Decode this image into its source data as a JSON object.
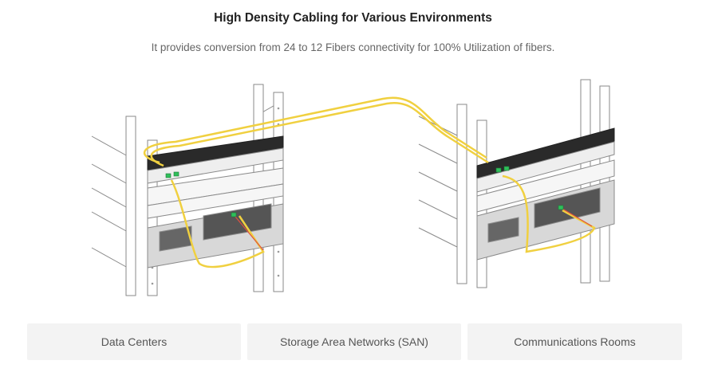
{
  "page": {
    "title": "High Density Cabling for Various Environments",
    "subtitle": "It provides conversion from 24 to 12 Fibers connectivity for 100% Utilization of fibers."
  },
  "tabs": [
    {
      "label": "Data Centers"
    },
    {
      "label": "Storage Area Networks (SAN)"
    },
    {
      "label": "Communications Rooms"
    }
  ],
  "colors": {
    "fiber_cable": "#f0d040",
    "connector": "#2fbf5a",
    "patch_cable": "#e05040",
    "rack_line": "#8a8a8a",
    "panel_dark": "#2a2a2a"
  }
}
